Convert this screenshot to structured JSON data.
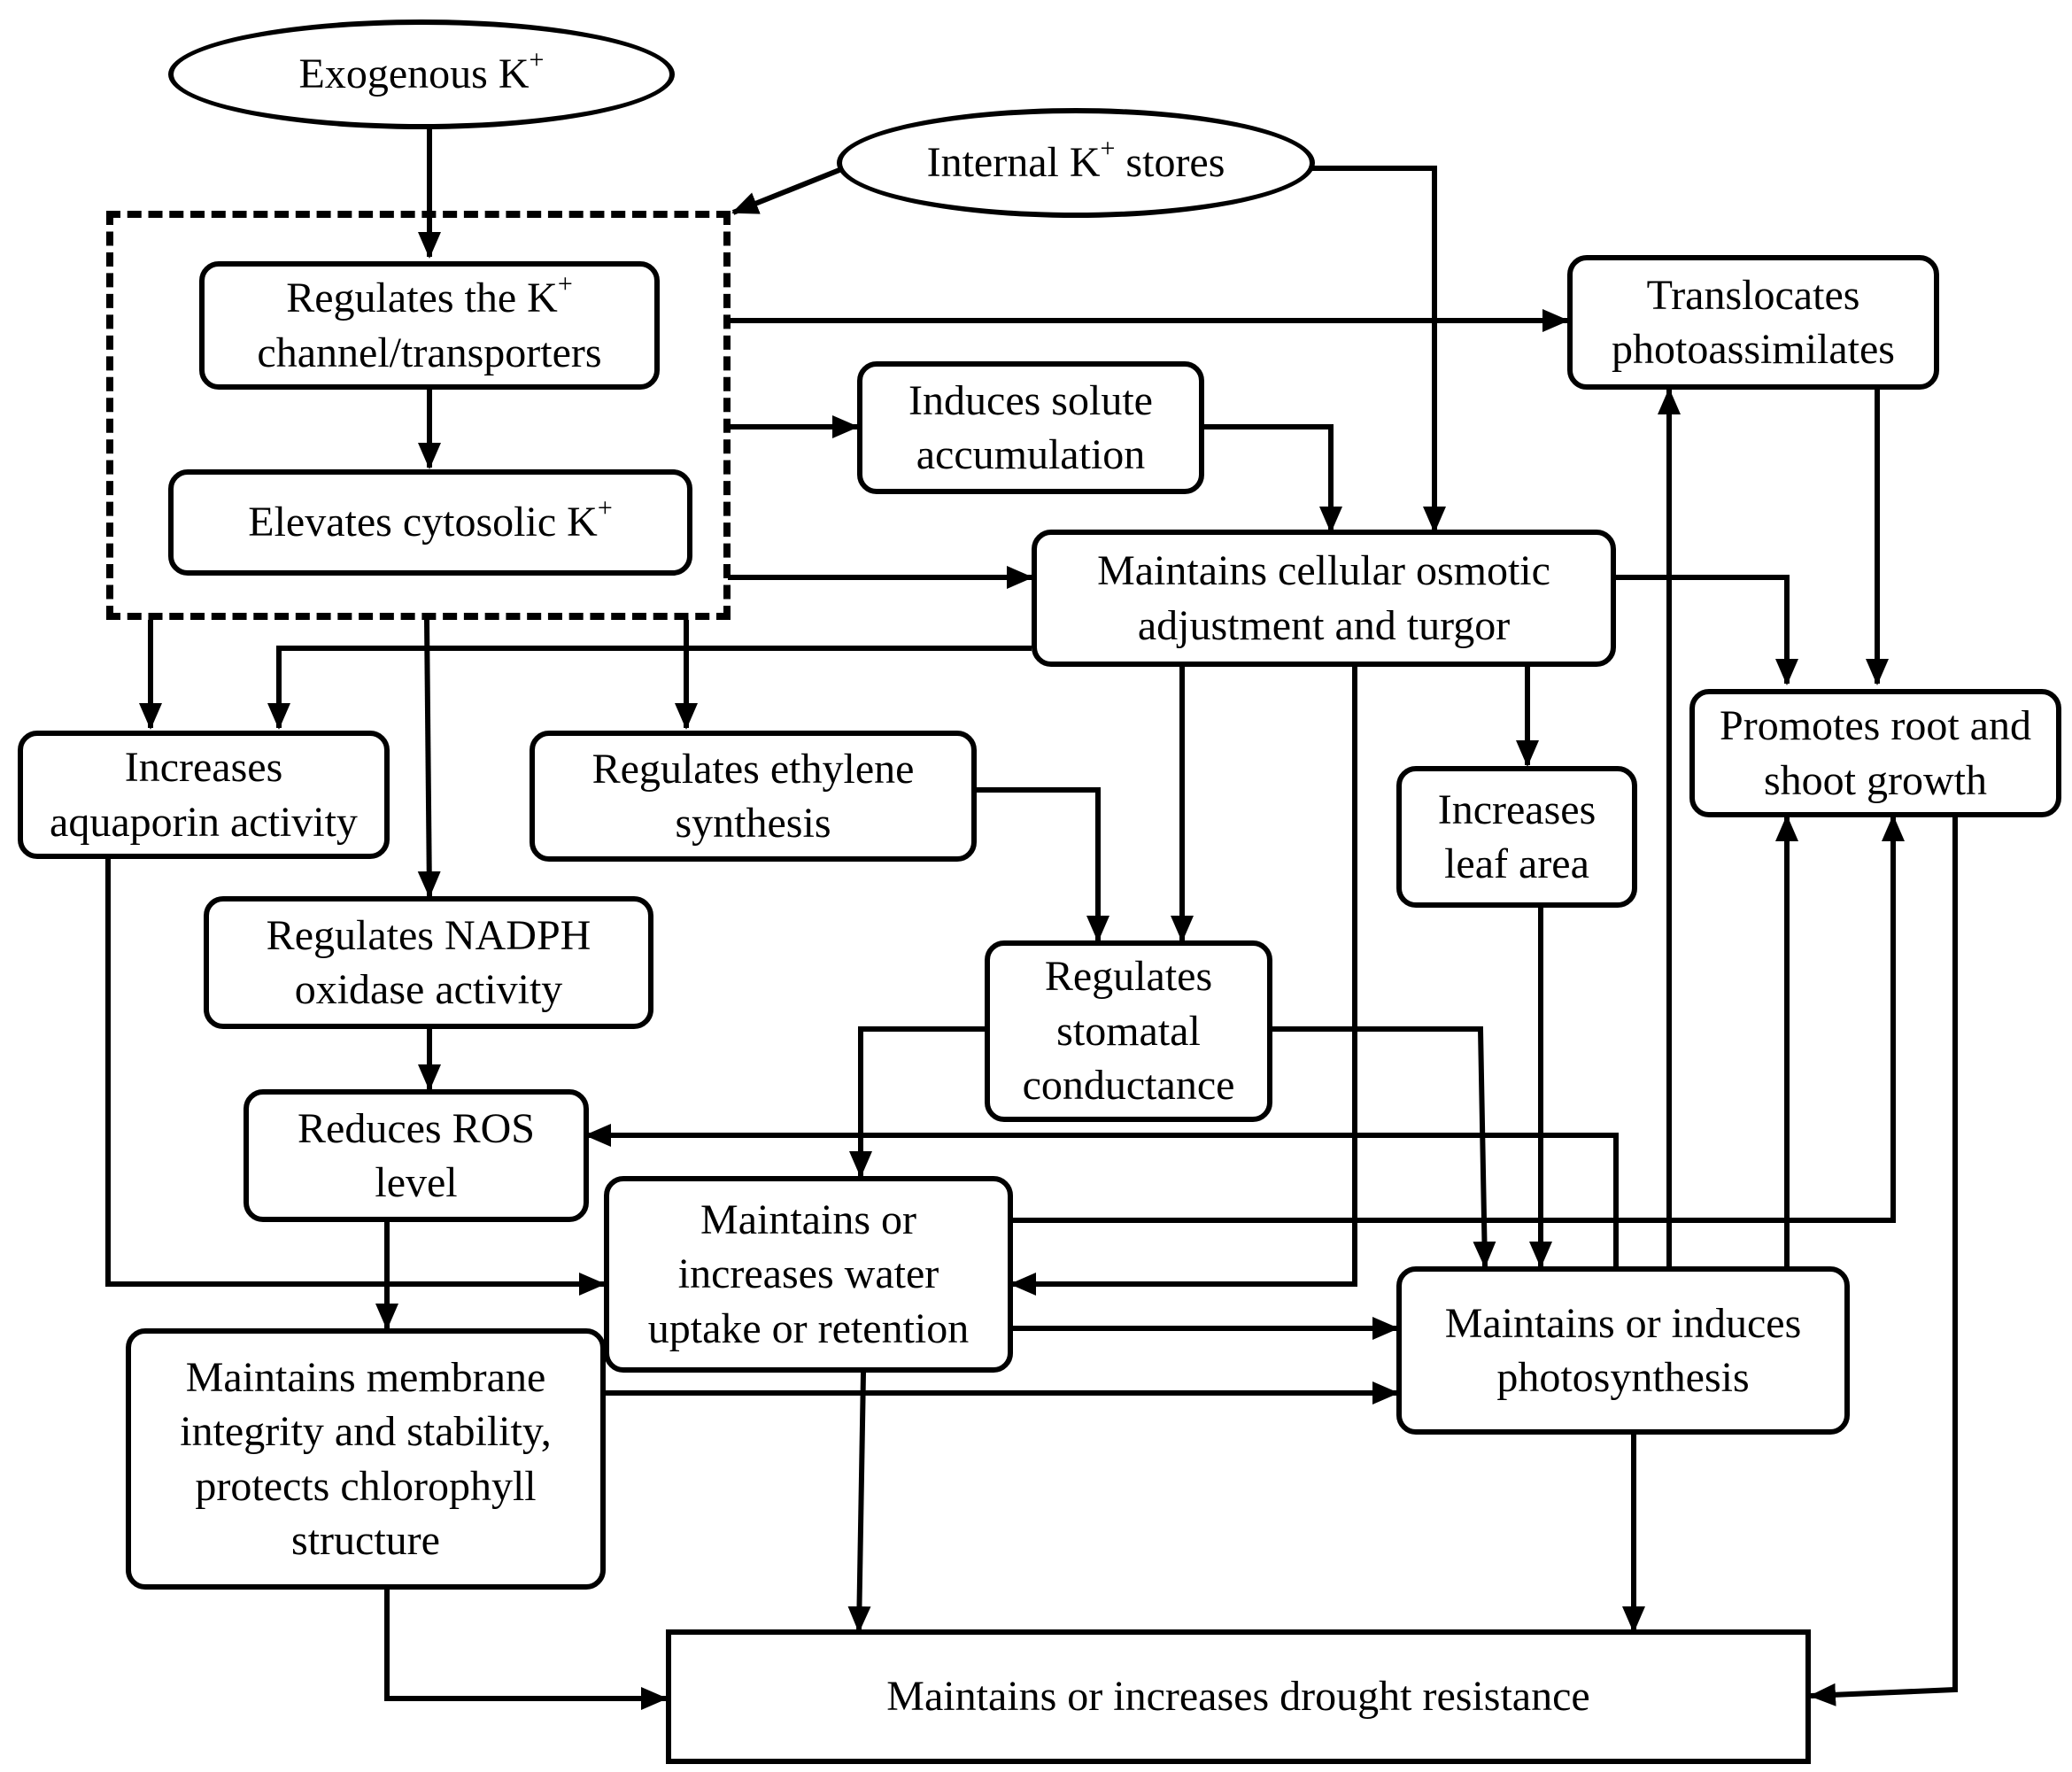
{
  "nodes": {
    "exogenous": {
      "lines": [
        "Exogenous K"
      ],
      "sup": "+"
    },
    "internal": {
      "lines": [
        "Internal K"
      ],
      "sup": "+",
      "suffix": " stores"
    },
    "regulates_channel": {
      "lines": [
        "Regulates the K",
        "channel/transporters"
      ],
      "sup_line": 0,
      "sup": "+"
    },
    "elevates": {
      "lines": [
        "Elevates cytosolic K"
      ],
      "sup": "+"
    },
    "translocates": {
      "lines": [
        "Translocates",
        "photoassimilates"
      ]
    },
    "induces_solute": {
      "lines": [
        "Induces solute",
        "accumulation"
      ]
    },
    "osmotic": {
      "lines": [
        "Maintains cellular osmotic",
        "adjustment and turgor"
      ]
    },
    "promotes_growth": {
      "lines": [
        "Promotes root and",
        "shoot growth"
      ]
    },
    "aquaporin": {
      "lines": [
        "Increases",
        "aquaporin activity"
      ]
    },
    "ethylene": {
      "lines": [
        "Regulates ethylene",
        "synthesis"
      ]
    },
    "leaf_area": {
      "lines": [
        "Increases",
        "leaf area"
      ]
    },
    "nadph": {
      "lines": [
        "Regulates NADPH",
        "oxidase activity"
      ]
    },
    "stomatal": {
      "lines": [
        "Regulates",
        "stomatal",
        "conductance"
      ]
    },
    "ros": {
      "lines": [
        "Reduces ROS",
        "level"
      ]
    },
    "water": {
      "lines": [
        "Maintains or",
        "increases water",
        "uptake or retention"
      ]
    },
    "photosynthesis": {
      "lines": [
        "Maintains or induces",
        "photosynthesis"
      ]
    },
    "membrane": {
      "lines": [
        "Maintains membrane",
        "integrity and stability,",
        "protects chlorophyll",
        "structure"
      ]
    },
    "drought": {
      "lines": [
        "Maintains or increases drought resistance"
      ]
    }
  }
}
